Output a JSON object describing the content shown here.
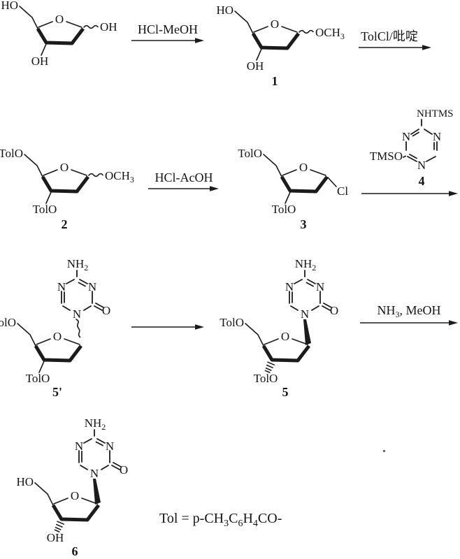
{
  "atoms": {
    "HO": "HO",
    "O": "O",
    "OH": "OH",
    "OCH": "OCH",
    "TolO": "TolO",
    "Cl": "Cl",
    "NHTMS": "NHTMS",
    "TMSO": "TMSO",
    "N": "N",
    "NH": "NH",
    "sub2": "2",
    "sub3": "3"
  },
  "numbers": {
    "c1": "1",
    "c2": "2",
    "c3": "3",
    "c4": "4",
    "c5p": "5'",
    "c5": "5",
    "c6": "6"
  },
  "reagents": {
    "step1": "HCl-MeOH",
    "step2": "TolCl/吡啶",
    "step3": "HCl-AcOH",
    "step6_nh": "NH",
    "step6_sub": "3",
    "step6_rest": ",  MeOH"
  },
  "footnote": {
    "p1": "Tol = p-CH",
    "s1": "3",
    "p2": "C",
    "s2": "6",
    "p3": "H",
    "s3": "4",
    "p4": "CO-"
  },
  "colors": {
    "ink": "#1b1b1b",
    "background": "#ffffff"
  }
}
